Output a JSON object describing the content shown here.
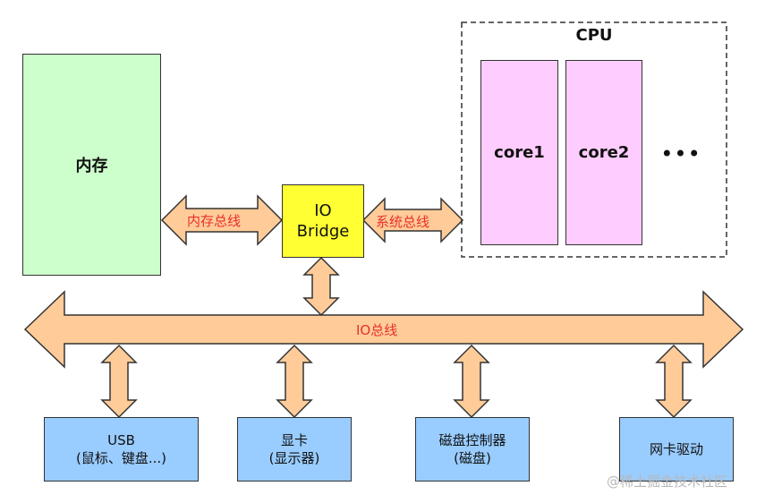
{
  "colors": {
    "memory_fill": "#ccffcc",
    "bridge_fill": "#ffff33",
    "core_fill": "#ffccff",
    "device_fill": "#99ccff",
    "arrow_fill": "#ffcc99",
    "bus_label": "#e8302a",
    "stroke": "#333333"
  },
  "memory": {
    "label": "内存"
  },
  "bridge": {
    "line1": "IO",
    "line2": "Bridge"
  },
  "cpu": {
    "title": "CPU",
    "core1": "core1",
    "core2": "core2",
    "more": "•••"
  },
  "buses": {
    "memory_bus": "内存总线",
    "system_bus": "系统总线",
    "io_bus": "IO总线"
  },
  "devices": [
    {
      "line1": "USB",
      "line2": "(鼠标、键盘...)"
    },
    {
      "line1": "显卡",
      "line2": "(显示器)"
    },
    {
      "line1": "磁盘控制器",
      "line2": "(磁盘)"
    },
    {
      "line1": "网卡驱动",
      "line2": ""
    }
  ],
  "watermark": "@稀土掘金技术社区"
}
